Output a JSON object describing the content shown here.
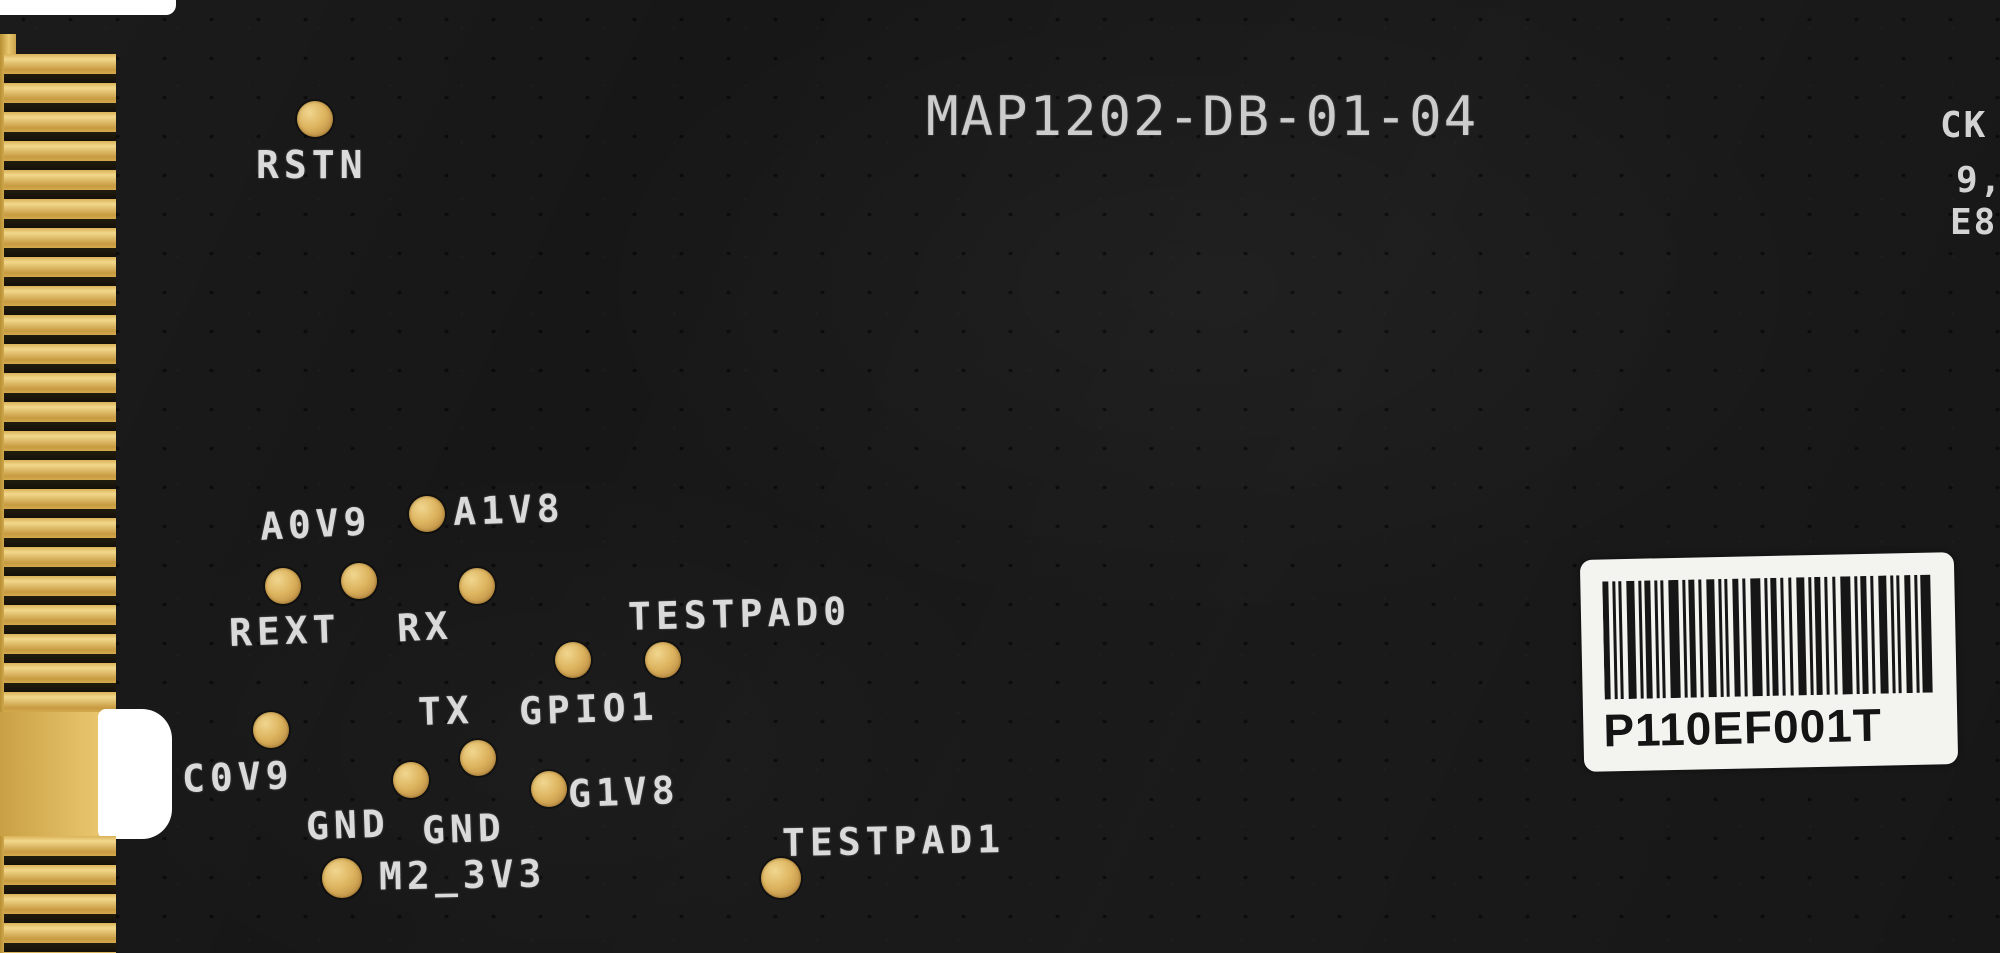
{
  "board": {
    "silkscreen_title": "MAP1202-DB-01-04",
    "edge_markings": {
      "line1": "CK",
      "line2": "9,",
      "line3": "E8"
    },
    "pads": [
      {
        "name": "RSTN"
      },
      {
        "name": "A0V9"
      },
      {
        "name": "A1V8"
      },
      {
        "name": "REXT"
      },
      {
        "name": "RX"
      },
      {
        "name": "TESTPAD0"
      },
      {
        "name": "TX"
      },
      {
        "name": "GPIO1"
      },
      {
        "name": "C0V9"
      },
      {
        "name": "GND"
      },
      {
        "name": "GND"
      },
      {
        "name": "G1V8"
      },
      {
        "name": "M2_3V3"
      },
      {
        "name": "TESTPAD1"
      }
    ],
    "barcode_label": {
      "serial": "P110EF001T"
    },
    "colors": {
      "pcb": "#171717",
      "silkscreen": "#dadada",
      "pad_gold": "#ddb45f",
      "finger_gold": "#dab257",
      "sticker_bg": "#f3f3f0"
    }
  }
}
